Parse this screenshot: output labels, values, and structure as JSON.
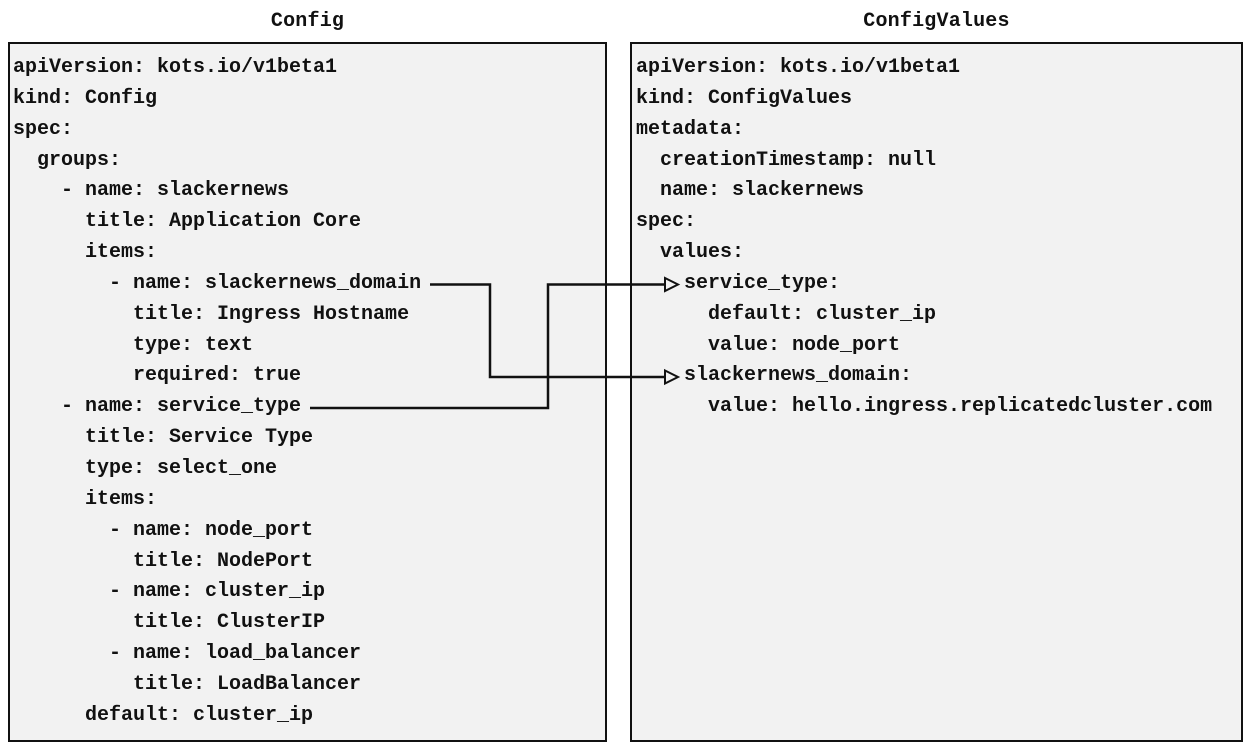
{
  "panels": {
    "config": {
      "title": "Config",
      "yaml": "apiVersion: kots.io/v1beta1\nkind: Config\nspec:\n  groups:\n    - name: slackernews\n      title: Application Core\n      items:\n        - name: slackernews_domain\n          title: Ingress Hostname\n          type: text\n          required: true\n    - name: service_type\n      title: Service Type\n      type: select_one\n      items:\n        - name: node_port\n          title: NodePort\n        - name: cluster_ip\n          title: ClusterIP\n        - name: load_balancer\n          title: LoadBalancer\n      default: cluster_ip"
    },
    "config_values": {
      "title": "ConfigValues",
      "yaml": "apiVersion: kots.io/v1beta1\nkind: ConfigValues\nmetadata:\n  creationTimestamp: null\n  name: slackernews\nspec:\n  values:\n    service_type:\n      default: cluster_ip\n      value: node_port\n    slackernews_domain:\n      value: hello.ingress.replicatedcluster.com"
    }
  },
  "connections": [
    {
      "from": "Config item name: slackernews_domain",
      "to": "ConfigValues spec.values.slackernews_domain"
    },
    {
      "from": "Config item name: service_type",
      "to": "ConfigValues spec.values.service_type"
    }
  ],
  "colors": {
    "canvas_background": "#ffffff",
    "panel_background": "#f2f2f2",
    "border": "#111111",
    "text": "#111111",
    "connector": "#111111"
  }
}
